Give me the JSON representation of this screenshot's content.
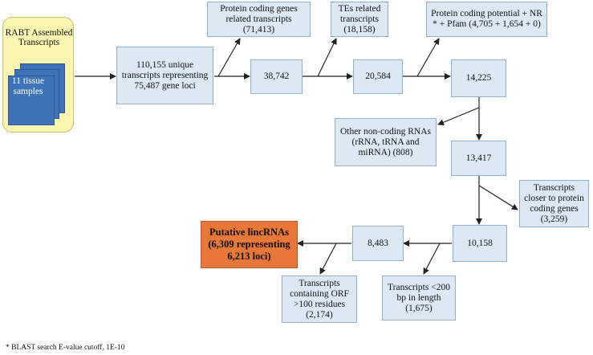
{
  "source": {
    "title": "RABT Assembled Transcripts",
    "docs_label": "11 tissue samples"
  },
  "steps": {
    "s1": "110,155 unique transcripts representing 75,487 gene loci",
    "s2": "38,742",
    "s3": "20,584",
    "s4": "14,225",
    "s5": "13,417",
    "s6": "10,158",
    "s7": "8,483"
  },
  "removed": {
    "r1": "Protein coding genes related transcripts (71,413)",
    "r2": "TEs related transcripts (18,158)",
    "r3": "Protein coding potential + NR * + Pfam (4,705 + 1,654 + 0)",
    "r4": "Other non-coding RNAs (rRNA, tRNA and miRNA) (808)",
    "r5": "Transcripts closer to protein coding genes (3,259)",
    "r6": "Transcripts <200 bp in length (1,675)",
    "r7": "Transcripts containing ORF >100 residues (2,174)"
  },
  "result": "Putative lincRNAs (6,309 representing 6,213 loci)",
  "footnote": "* BLAST search E-value cutoff, 1E-10",
  "colors": {
    "box_fill": "#dce9f5",
    "result_fill": "#e8773a",
    "source_fill": "#fbf5b2",
    "doc_fill": "#3f73b7"
  }
}
